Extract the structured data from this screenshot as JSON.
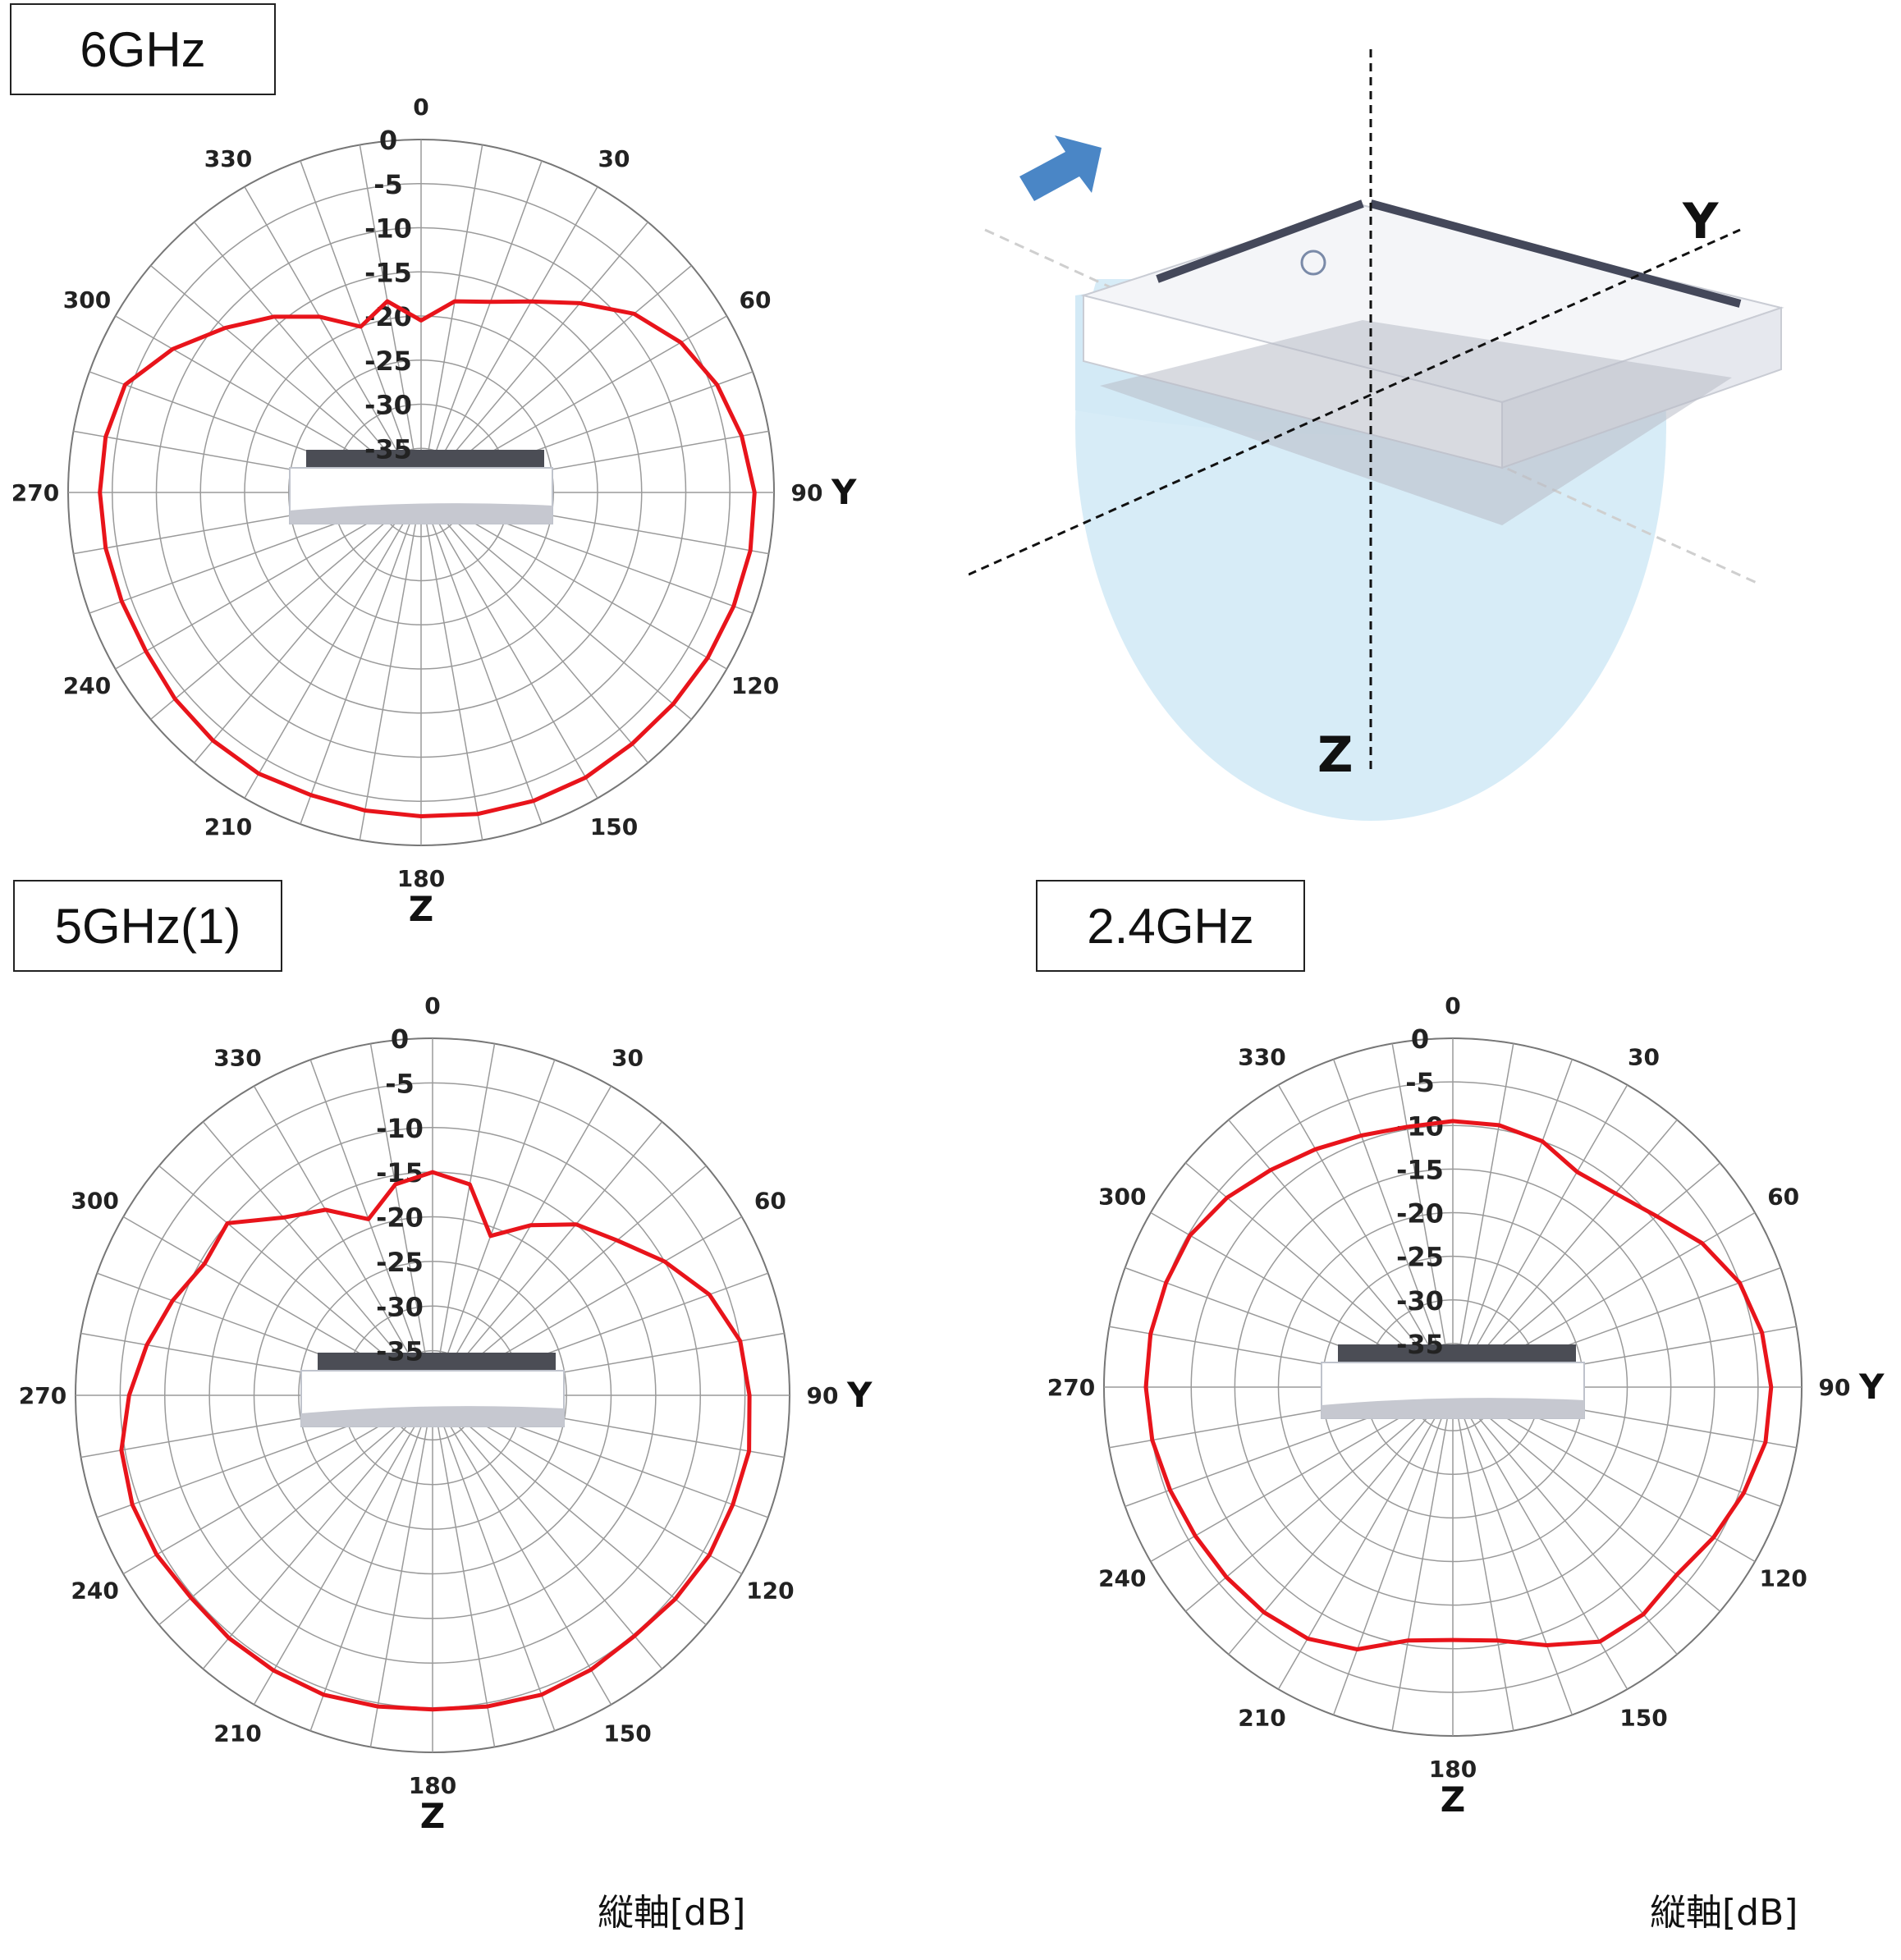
{
  "charts": [
    {
      "label": "6GHz"
    },
    {
      "label": "5GHz(1)"
    },
    {
      "label": "2.4GHz"
    }
  ],
  "unit_label": "縦軸[dB]",
  "diagram": {
    "axis_y": "Y",
    "axis_z": "Z"
  },
  "colors": {
    "trace": "#e8141b",
    "grid": "#9a9a9a",
    "beam": "#cfe8f5",
    "arrow": "#4a86c6"
  },
  "chart_data": [
    {
      "type": "polar",
      "title": "6GHz",
      "angle_labels": [
        "0",
        "30",
        "60",
        "90",
        "120",
        "150",
        "180",
        "210",
        "240",
        "270",
        "300",
        "330"
      ],
      "radial_labels": [
        "0",
        "-5",
        "-10",
        "-15",
        "-20",
        "-25",
        "-30",
        "-35"
      ],
      "rlim": [
        -40,
        0
      ],
      "axis_right": "Y",
      "axis_bottom": "Z",
      "grid": true,
      "series": [
        {
          "angles": [
            0,
            10,
            20,
            30,
            40,
            50,
            60,
            70,
            80,
            90,
            100,
            110,
            120,
            130,
            140,
            150,
            160,
            170,
            180,
            190,
            200,
            210,
            220,
            230,
            240,
            250,
            260,
            270,
            280,
            290,
            300,
            310,
            320,
            330,
            340,
            350
          ],
          "values": [
            -20.5,
            -18,
            -17,
            -15,
            -12,
            -8.5,
            -6,
            -4.3,
            -3.1,
            -2.2,
            -2.1,
            -2.3,
            -2.5,
            -2.7,
            -2.8,
            -2.7,
            -2.8,
            -3.0,
            -3.3,
            -3.4,
            -3.5,
            -3.2,
            -3.3,
            -3.6,
            -4.0,
            -3.9,
            -3.7,
            -3.6,
            -3.7,
            -4.3,
            -7.5,
            -11,
            -14,
            -17,
            -20,
            -18
          ]
        }
      ]
    },
    {
      "type": "polar",
      "title": "5GHz(1)",
      "angle_labels": [
        "0",
        "30",
        "60",
        "90",
        "120",
        "150",
        "180",
        "210",
        "240",
        "270",
        "300",
        "330"
      ],
      "radial_labels": [
        "0",
        "-5",
        "-10",
        "-15",
        "-20",
        "-25",
        "-30",
        "-35"
      ],
      "rlim": [
        -40,
        0
      ],
      "axis_right": "Y",
      "axis_bottom": "Z",
      "grid": true,
      "series": [
        {
          "angles": [
            0,
            10,
            20,
            30,
            40,
            50,
            60,
            70,
            80,
            90,
            100,
            110,
            120,
            130,
            140,
            150,
            160,
            170,
            180,
            190,
            200,
            210,
            220,
            230,
            240,
            250,
            260,
            270,
            280,
            290,
            300,
            310,
            320,
            330,
            340,
            350
          ],
          "values": [
            -15,
            -16,
            -21,
            -18,
            -15,
            -13,
            -10,
            -7,
            -5,
            -4.5,
            -4,
            -4.2,
            -4.2,
            -4.5,
            -4.8,
            -4.5,
            -4.3,
            -4.6,
            -4.8,
            -4.6,
            -4.3,
            -4.4,
            -4.5,
            -4.7,
            -4.3,
            -4.2,
            -4.6,
            -6,
            -7.5,
            -9,
            -10.5,
            -10,
            -14,
            -16,
            -19,
            -16
          ]
        }
      ]
    },
    {
      "type": "polar",
      "title": "2.4GHz",
      "angle_labels": [
        "0",
        "30",
        "60",
        "90",
        "120",
        "150",
        "180",
        "210",
        "240",
        "270",
        "300",
        "330"
      ],
      "radial_labels": [
        "0",
        "-5",
        "-10",
        "-15",
        "-20",
        "-25",
        "-30",
        "-35"
      ],
      "rlim": [
        -40,
        0
      ],
      "axis_right": "Y",
      "axis_bottom": "Z",
      "grid": true,
      "series": [
        {
          "angles": [
            0,
            10,
            20,
            30,
            40,
            50,
            60,
            70,
            80,
            90,
            100,
            110,
            120,
            130,
            140,
            150,
            160,
            170,
            180,
            190,
            200,
            210,
            220,
            230,
            240,
            250,
            260,
            270,
            280,
            290,
            300,
            310,
            320,
            330,
            340,
            350
          ],
          "values": [
            -9.5,
            -9.5,
            -10,
            -11.5,
            -11,
            -9.5,
            -7,
            -5,
            -4,
            -3.5,
            -3.6,
            -4.5,
            -5.5,
            -6.5,
            -6,
            -6.3,
            -8.5,
            -10.5,
            -11,
            -10.5,
            -8,
            -6.7,
            -6.3,
            -6.1,
            -5.9,
            -5.5,
            -5,
            -4.8,
            -4.8,
            -5,
            -5.2,
            -6.2,
            -7.5,
            -8.5,
            -9.3,
            -9.7
          ]
        }
      ]
    }
  ]
}
